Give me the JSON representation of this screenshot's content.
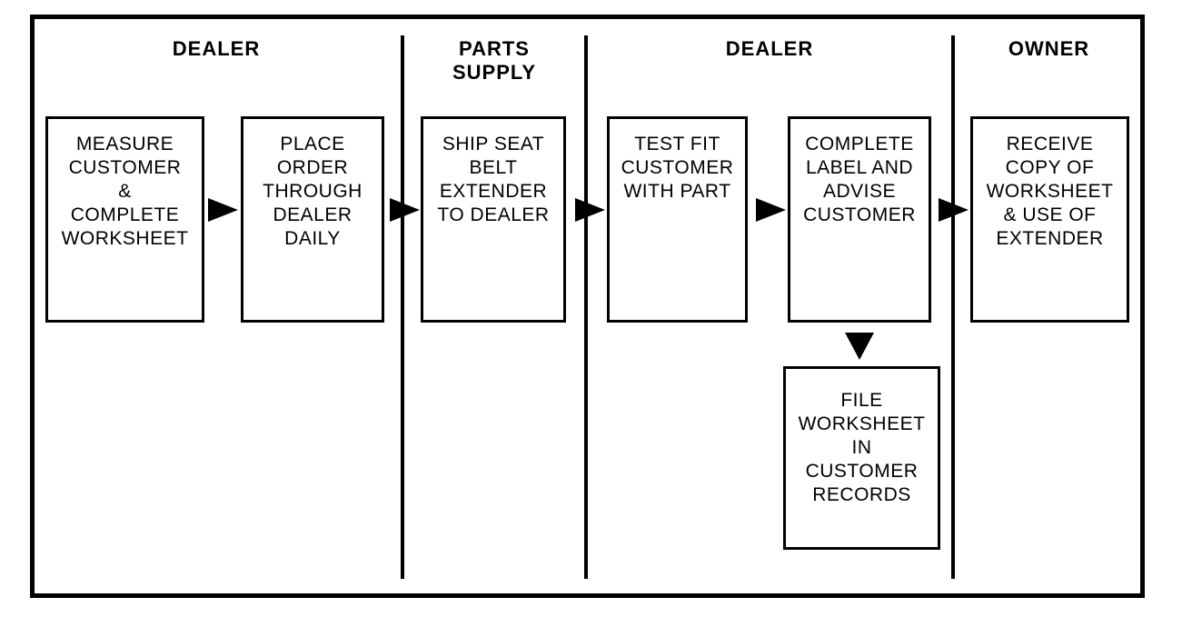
{
  "diagram": {
    "title": "Seat belt extender ordering process flowchart",
    "colors": {
      "ink": "#000000",
      "paper": "#ffffff"
    },
    "lanes": [
      {
        "id": "dealer-1",
        "label": "DEALER"
      },
      {
        "id": "parts-supply",
        "label": "PARTS\nSUPPLY"
      },
      {
        "id": "dealer-2",
        "label": "DEALER"
      },
      {
        "id": "owner",
        "label": "OWNER"
      }
    ],
    "steps": [
      {
        "id": "measure-customer",
        "lane": "dealer-1",
        "text": "MEASURE\nCUSTOMER\n&\nCOMPLETE\nWORKSHEET"
      },
      {
        "id": "place-order",
        "lane": "dealer-1",
        "text": "PLACE\nORDER\nTHROUGH\nDEALER\nDAILY"
      },
      {
        "id": "ship-extender",
        "lane": "parts-supply",
        "text": "SHIP SEAT\nBELT\nEXTENDER\nTO DEALER"
      },
      {
        "id": "test-fit",
        "lane": "dealer-2",
        "text": "TEST FIT\nCUSTOMER\nWITH PART"
      },
      {
        "id": "complete-label",
        "lane": "dealer-2",
        "text": "COMPLETE\nLABEL AND\nADVISE\nCUSTOMER"
      },
      {
        "id": "receive-copy",
        "lane": "owner",
        "text": "RECEIVE\nCOPY OF\nWORKSHEET\n& USE OF\nEXTENDER"
      },
      {
        "id": "file-worksheet",
        "lane": "dealer-2",
        "text": "FILE\nWORKSHEET\nIN\nCUSTOMER\nRECORDS"
      }
    ],
    "connectors": [
      {
        "from": "measure-customer",
        "to": "place-order",
        "direction": "right"
      },
      {
        "from": "place-order",
        "to": "ship-extender",
        "direction": "right"
      },
      {
        "from": "ship-extender",
        "to": "test-fit",
        "direction": "right"
      },
      {
        "from": "test-fit",
        "to": "complete-label",
        "direction": "right"
      },
      {
        "from": "complete-label",
        "to": "receive-copy",
        "direction": "right"
      },
      {
        "from": "complete-label",
        "to": "file-worksheet",
        "direction": "down"
      }
    ]
  }
}
